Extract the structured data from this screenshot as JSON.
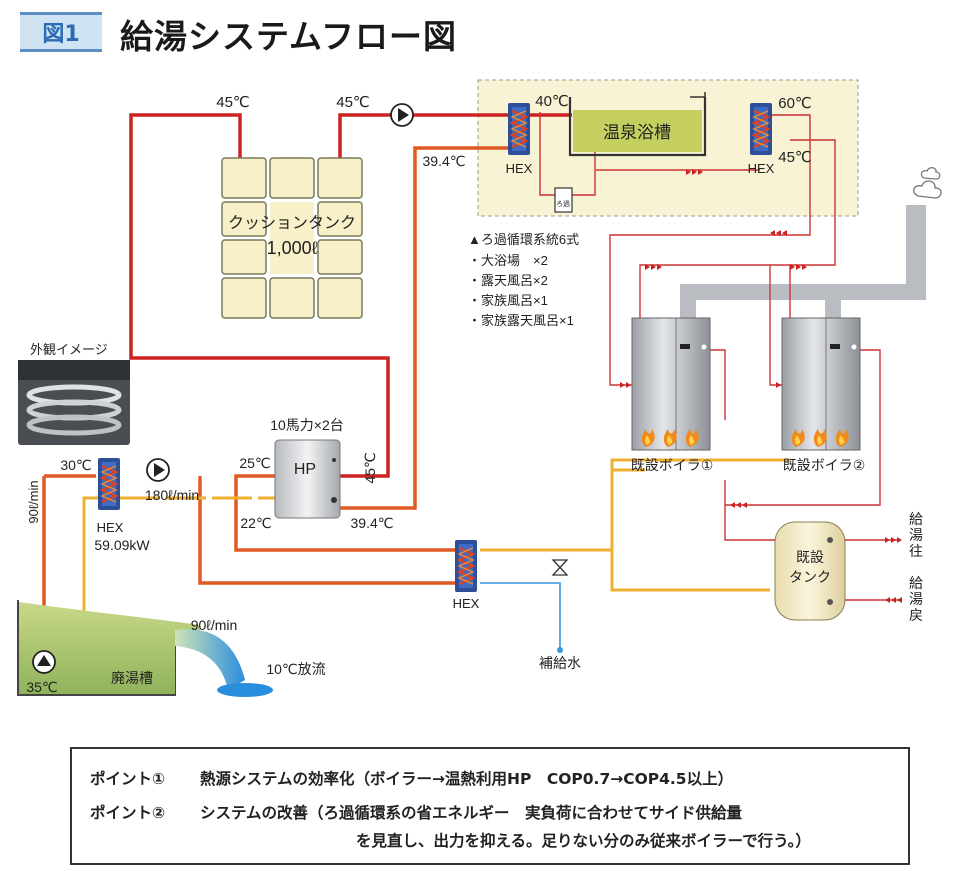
{
  "header": {
    "badge": "図1",
    "title": "給湯システムフロー図"
  },
  "labels": {
    "t45_a": "45℃",
    "t45_b": "45℃",
    "t40": "40℃",
    "t60": "60℃",
    "t45_c": "45℃",
    "t394_top": "39.4℃",
    "hex_bath1": "HEX",
    "hex_bath2": "HEX",
    "bath": "温泉浴槽",
    "filter": "ろ過",
    "cushion_tank": "クッションタンク",
    "cushion_vol": "1,000ℓ",
    "filter_title": "▲ろ過循環系統6式",
    "filter_items": [
      "・大浴場　×2",
      "・露天風呂×2",
      "・家族風呂×1",
      "・家族露天風呂×1"
    ],
    "appearance": "外観イメージ",
    "hp_spec": "10馬力×2台",
    "hp": "HP",
    "t45_vert": "45℃",
    "t25": "25℃",
    "t22": "22℃",
    "t394_bot": "39.4℃",
    "t30": "30℃",
    "flow_180": "180ℓ/min",
    "flow_90_vert": "90ℓ/min",
    "hex_main": "HEX",
    "hex_kw": "59.09kW",
    "hex_lower": "HEX",
    "t35": "35℃",
    "waste_tank": "廃湯槽",
    "flow_90": "90ℓ/min",
    "discharge": "10℃放流",
    "makeup_water": "補給水",
    "boiler1": "既設ボイラ①",
    "boiler2": "既設ボイラ②",
    "exist_tank_1": "既設",
    "exist_tank_2": "タンク",
    "supply_1": "給",
    "supply_2": "湯",
    "supply_3": "往",
    "return_1": "給",
    "return_2": "湯",
    "return_3": "戻"
  },
  "points": {
    "p1_label": "ポイント①",
    "p1_text": "熱源システムの効率化（ボイラー→温熱利用HP　COP0.7→COP4.5以上）",
    "p2_label": "ポイント②",
    "p2_text_1": "システムの改善（ろ過循環系の省エネルギー　実負荷に合わせてサイド供給量",
    "p2_text_2": "を見直し、出力を抑える。足りない分のみ従来ボイラーで行う。）"
  },
  "colors": {
    "hot_pipe": "#cc2222",
    "warm_pipe": "#e0701a",
    "cool_pipe": "#f0b030",
    "water_pipe": "#3399dd",
    "pool_zone": "#f7f3d4"
  }
}
